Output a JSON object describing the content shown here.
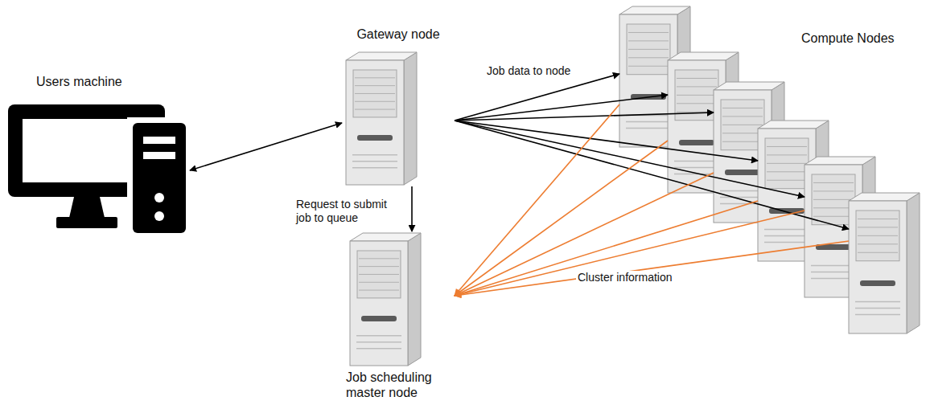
{
  "diagram": {
    "nodes": [
      {
        "text": [
          "Users machine"
        ]
      },
      {
        "text": [
          "Gateway node"
        ]
      },
      {
        "text": [
          "Job scheduling master node"
        ]
      },
      {
        "text": [
          "Compute Nodes"
        ]
      }
    ],
    "edges": [
      {
        "from": 0,
        "to": 1,
        "arrow": "both"
      },
      {
        "from": 1,
        "to": 2,
        "arrow": "to",
        "label": "Request to submit job to queue"
      },
      {
        "from": 1,
        "to": 3,
        "arrow": "to",
        "label": "Job data to node"
      },
      {
        "from": 1,
        "to": 3,
        "arrow": "to"
      },
      {
        "from": 1,
        "to": 3,
        "arrow": "to"
      },
      {
        "from": 1,
        "to": 3,
        "arrow": "to"
      },
      {
        "from": 1,
        "to": 3,
        "arrow": "to"
      },
      {
        "from": 1,
        "to": 3,
        "arrow": "to"
      },
      {
        "from": 3,
        "to": 2,
        "arrow": "to",
        "label": "Cluster information"
      },
      {
        "from": 3,
        "to": 2,
        "arrow": "to"
      },
      {
        "from": 3,
        "to": 2,
        "arrow": "to"
      },
      {
        "from": 3,
        "to": 2,
        "arrow": "to"
      },
      {
        "from": 3,
        "to": 2,
        "arrow": "to"
      },
      {
        "from": 3,
        "to": 2,
        "arrow": "to"
      }
    ]
  }
}
